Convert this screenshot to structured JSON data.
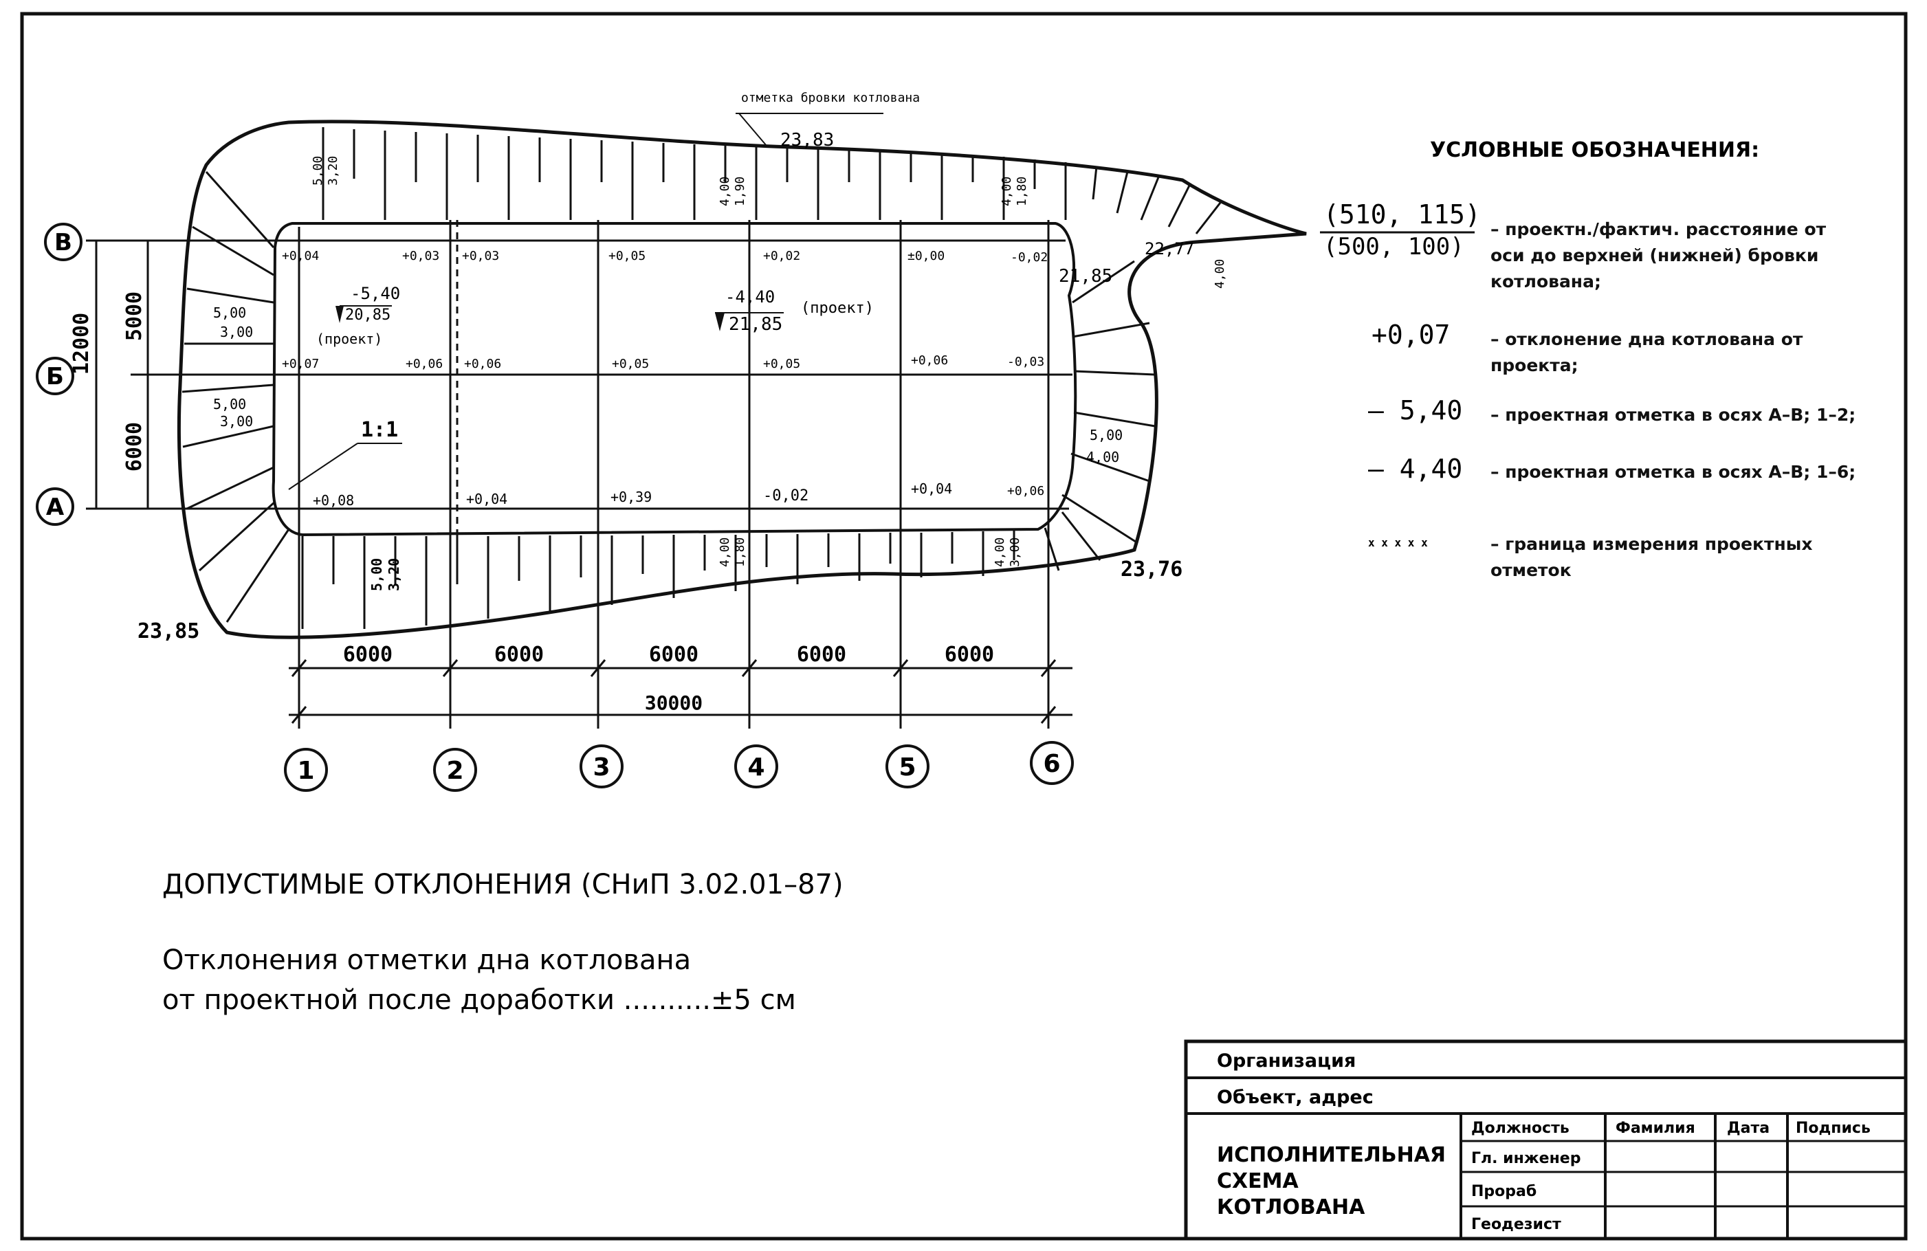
{
  "plan": {
    "note_top": "отметка бровки котлована",
    "top_edge_elev": "23,83",
    "right_edge_elev": "23,76",
    "left_edge_elev": "23,85",
    "right_top_elev": "22,77",
    "right_mid_elev": "21,85",
    "axes_letters": [
      "В",
      "Б",
      "А"
    ],
    "axes_numbers": [
      "1",
      "2",
      "3",
      "4",
      "5",
      "6"
    ],
    "dim_total_vertical": "12000",
    "dim_vertical": [
      "5000",
      "6000"
    ],
    "dim_horizontal": [
      "6000",
      "6000",
      "6000",
      "6000",
      "6000"
    ],
    "dim_total_horizontal": "30000",
    "row_b_values": [
      "+0,04",
      "+0,03",
      "+0,03",
      "+0,05",
      "+0,02",
      "±0,00",
      "-0,02"
    ],
    "row_mid_values": [
      "+0,07",
      "+0,06",
      "+0,06",
      "+0,05",
      "+0,05",
      "+0,06",
      "-0,03"
    ],
    "row_a_values": [
      "+0,08",
      "+0,04",
      "+0,39",
      "-0,02",
      "+0,04",
      "+0,06"
    ],
    "design_mark_left": "-5,40",
    "design_mark_left_actual": "20,85",
    "design_mark_left_note": "(проект)",
    "design_mark_center": "-4,40",
    "design_mark_center_actual": "21,85",
    "design_mark_center_note": "(проект)",
    "slope": "1:1",
    "left_offsets": [
      "5,00",
      "3,00",
      "5,00",
      "3,00"
    ],
    "top_offsets": [
      "5,00",
      "3,20",
      "4,00",
      "1,90",
      "4,00",
      "1,80"
    ],
    "bottom_offsets": [
      "5,00",
      "3,20",
      "4,00",
      "1,80",
      "4,00",
      "3,00"
    ],
    "right_offsets": [
      "5,00",
      "4,00",
      "4,00"
    ]
  },
  "legend": {
    "title": "УСЛОВНЫЕ ОБОЗНАЧЕНИЯ:",
    "items": [
      {
        "symbol_num": "(510, 115)",
        "symbol_den": "(500, 100)",
        "text": "– проектн./фактич. расстояние от оси до верхней (нижней) бровки котлована;"
      },
      {
        "symbol": "+0,07",
        "text": "– отклонение дна котлована от проекта;"
      },
      {
        "symbol": "– 5,40",
        "text": "– проектная отметка в осях А–В; 1–2;"
      },
      {
        "symbol": "– 4,40",
        "text": "– проектная отметка в осях А–В; 1–6;"
      },
      {
        "symbol": "x x x x x",
        "text": "– граница измерения проектных отметок"
      }
    ]
  },
  "tolerances": {
    "title": "ДОПУСТИМЫЕ ОТКЛОНЕНИЯ (СНиП 3.02.01–87)",
    "line1": "Отклонения отметки дна котлована",
    "line2": "от проектной после доработки ..........±5 см"
  },
  "title_block": {
    "organization": "Организация",
    "object": "Объект, адрес",
    "drawing_title": [
      "ИСПОЛНИТЕЛЬНАЯ",
      "СХЕМА",
      "КОТЛОВАНА"
    ],
    "headers": [
      "Должность",
      "Фамилия",
      "Дата",
      "Подпись"
    ],
    "roles": [
      "Гл. инженер",
      "Прораб",
      "Геодезист"
    ]
  }
}
